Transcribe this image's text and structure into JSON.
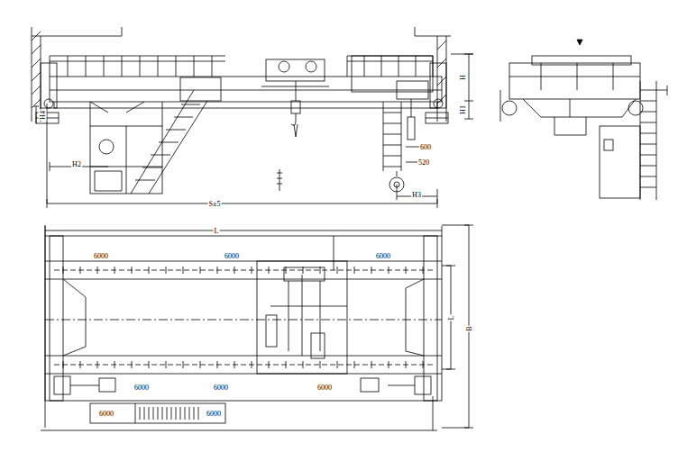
{
  "diagram": {
    "labels": [
      "H4",
      "H",
      "H1",
      "H2",
      "600",
      "520",
      "S±5",
      "H3",
      "L",
      "6000",
      "6000",
      "6000",
      "6000",
      "6000",
      "6000",
      "6000",
      "6000",
      "L",
      "B"
    ]
  }
}
